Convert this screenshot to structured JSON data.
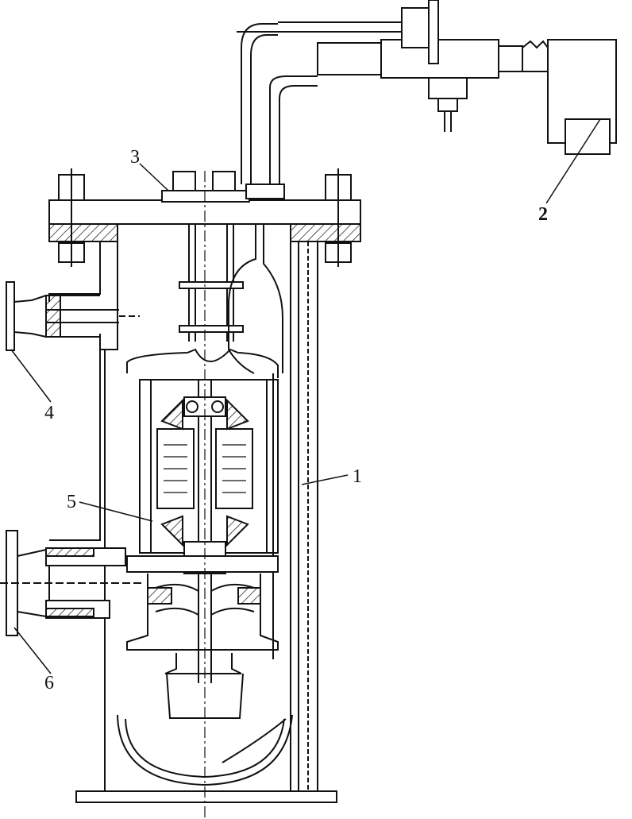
{
  "labels": {
    "shell": "1",
    "junction_box": "2",
    "top_flange": "3",
    "inlet": "4",
    "motor_pump": "5",
    "outlet": "6"
  },
  "colors": {
    "line": "#111111",
    "paper": "#ffffff"
  }
}
